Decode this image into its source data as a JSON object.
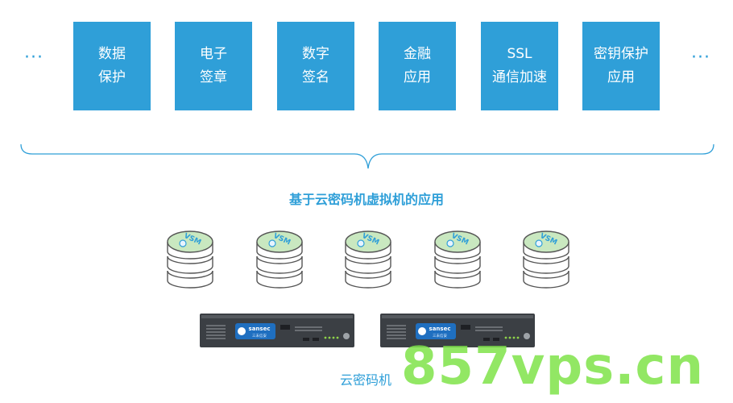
{
  "ellipsis": "···",
  "applications": [
    {
      "line1": "数据",
      "line2": "保护"
    },
    {
      "line1": "电子",
      "line2": "签章"
    },
    {
      "line1": "数字",
      "line2": "签名"
    },
    {
      "line1": "金融",
      "line2": "应用"
    },
    {
      "line1": "SSL",
      "line2": "通信加速"
    },
    {
      "line1": "密钥保护",
      "line2": "应用"
    }
  ],
  "vm_caption": "基于云密码机虚拟机的应用",
  "vsm_label": "VSM",
  "vsm_count": 5,
  "server_brand": "sansec",
  "server_brand_sub": "三未信安",
  "hardware_caption": "云密码机",
  "watermark": "857vps.cn",
  "colors": {
    "accent": "#2f9fd8",
    "disk_top": "#c9e8c0",
    "disk_edge": "#555555",
    "server_body": "#3b3f44",
    "watermark": "#7fe34a"
  }
}
